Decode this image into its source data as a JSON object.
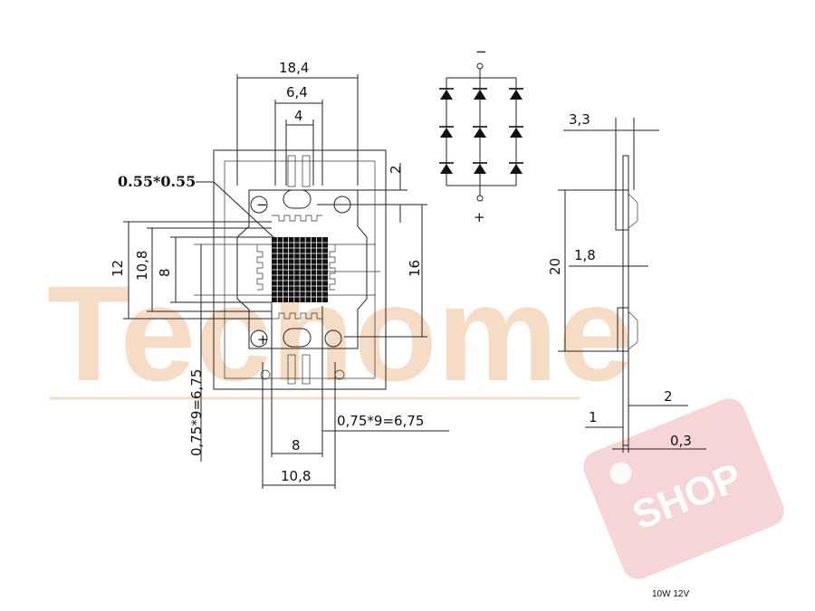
{
  "dimensions": {
    "top_overall": "18,4",
    "top_mid": "6,4",
    "top_inner": "4",
    "die_size": "0.55*0.55",
    "gap_right": "2",
    "left_outer": "12",
    "left_mid": "10,8",
    "left_inner": "8",
    "right_height": "16",
    "pitch_vertical": "0,75*9=6,75",
    "pitch_horizontal": "0,75*9=6,75",
    "bottom_inner": "8",
    "bottom_outer": "10,8",
    "side_top_width": "3,3",
    "side_height": "20",
    "side_mid": "1,8",
    "side_gap": "2",
    "side_left": "1",
    "side_thickness": "0,3"
  },
  "schematic": {
    "negative_terminal": "−",
    "positive_terminal": "+"
  },
  "watermark": {
    "brand": "Techome",
    "badge": "SHOP",
    "brand_color": "#f6dcc4",
    "badge_color": "#efb3b7"
  },
  "caption": "10W 12V"
}
